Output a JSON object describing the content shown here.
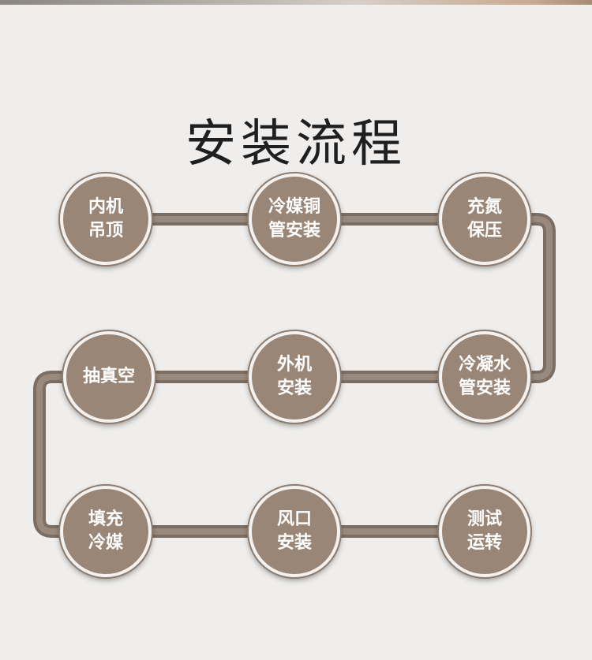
{
  "title": "安装流程",
  "steps": [
    {
      "id": "s1",
      "label": "内机\n吊顶"
    },
    {
      "id": "s2",
      "label": "冷媒铜\n管安装"
    },
    {
      "id": "s3",
      "label": "充氮\n保压"
    },
    {
      "id": "s4",
      "label": "冷凝水\n管安装"
    },
    {
      "id": "s5",
      "label": "外机\n安装"
    },
    {
      "id": "s6",
      "label": "抽真空"
    },
    {
      "id": "s7",
      "label": "填充\n冷媒"
    },
    {
      "id": "s8",
      "label": "风口\n安装"
    },
    {
      "id": "s9",
      "label": "测试\n运转"
    }
  ],
  "colors": {
    "node_fill": "#9a8676",
    "connector": "#8a7a6e",
    "background": "#efeeed",
    "title": "#1f1f1f"
  }
}
